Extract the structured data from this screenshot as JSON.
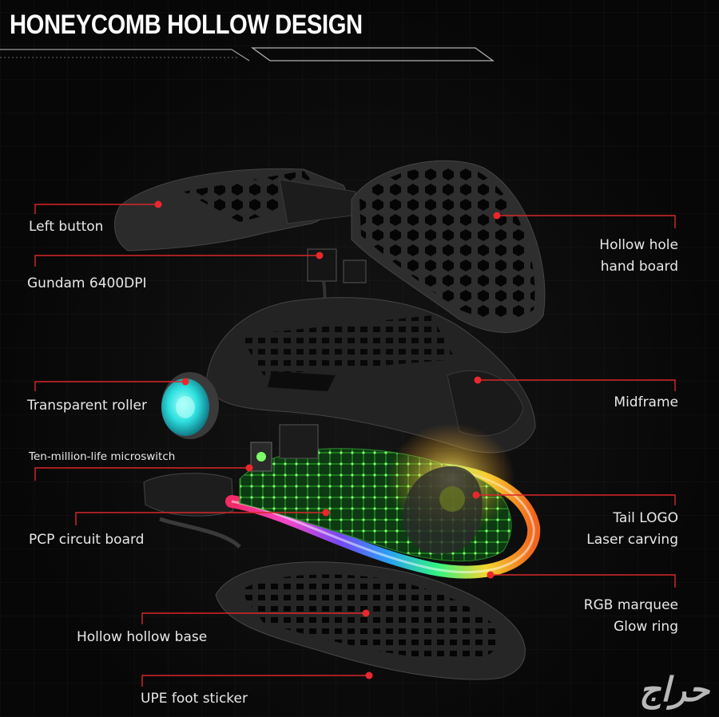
{
  "title": "HONEYCOMB HOLLOW DESIGN",
  "labels": {
    "left_button": "Left button",
    "sensor": "Gundam 6400DPI",
    "roller": "Transparent roller",
    "microswitch": "Ten-million-life microswitch",
    "circuit": "PCP circuit board",
    "base": "Hollow hollow base",
    "foot": "UPE foot sticker",
    "hand_board": [
      "Hollow hole",
      "hand board"
    ],
    "midframe": "Midframe",
    "tail_logo": [
      "Tail LOGO",
      "Laser carving"
    ],
    "rgb_ring": [
      "RGB marquee",
      "Glow ring"
    ]
  },
  "watermark": "حراج",
  "colors": {
    "leader_line": "#d8262a",
    "dot": "#e8282c",
    "text": "#e8e8e8",
    "background": "#050505"
  }
}
